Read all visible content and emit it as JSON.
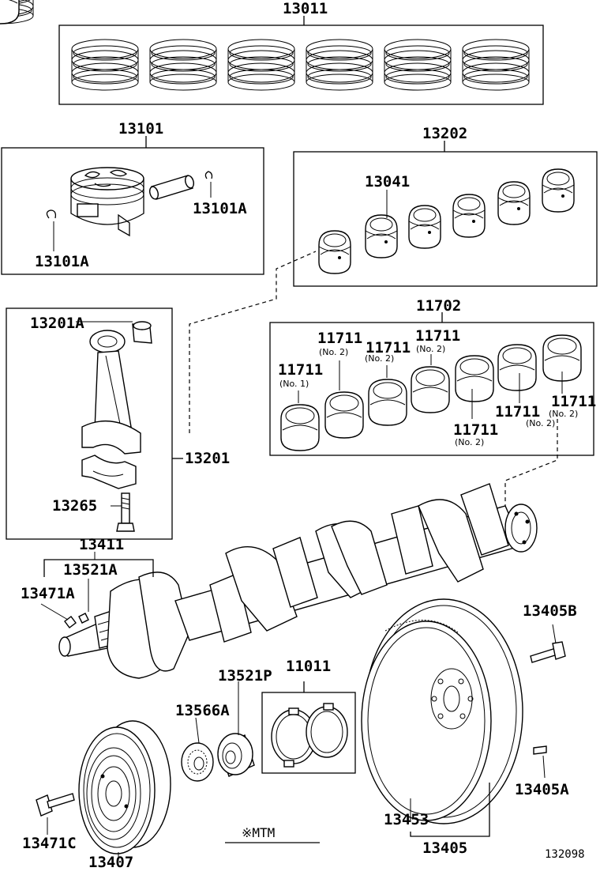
{
  "labels": {
    "p13011": "13011",
    "p13101": "13101",
    "p13101a_right": "13101A",
    "p13101a_left": "13101A",
    "p13202": "13202",
    "p13041": "13041",
    "p11702": "11702",
    "p11711_a": "11711",
    "p11711_b": "11711",
    "p11711_c": "11711",
    "p11711_d": "11711",
    "p11711_e": "11711",
    "p11711_f": "11711",
    "p11711_g": "11711",
    "p13201a": "13201A",
    "p13201": "13201",
    "p13265": "13265",
    "p13411": "13411",
    "p13521a": "13521A",
    "p13471a": "13471A",
    "p13405b": "13405B",
    "p13521p": "13521P",
    "p11011": "11011",
    "p13566a": "13566A",
    "p13405a": "13405A",
    "p13453": "13453",
    "p13405": "13405",
    "p13471c": "13471C",
    "p13407": "13407",
    "note_mtm": "※MTM",
    "figure_number": "132098"
  },
  "sublabels": {
    "no1": "(No. 1)",
    "no2_a": "(No. 2)",
    "no2_b": "(No. 2)",
    "no2_c": "(No. 2)",
    "no2_d": "(No. 2)",
    "no2_e": "(No. 2)",
    "no2_f": "(No. 2)"
  }
}
